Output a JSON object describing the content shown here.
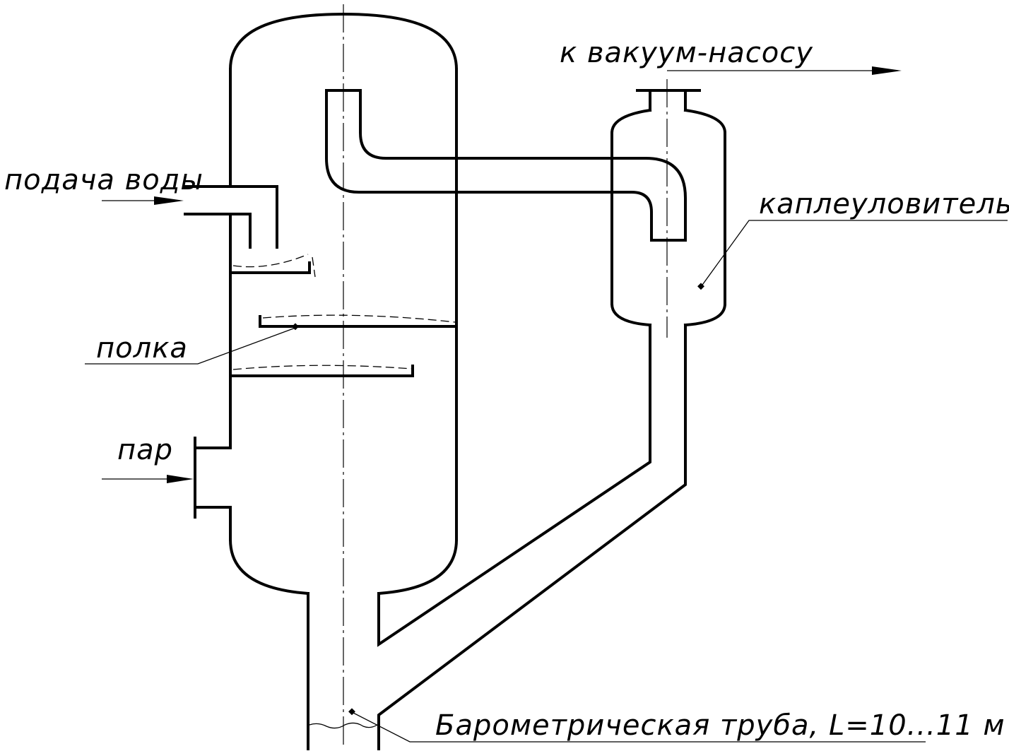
{
  "labels": {
    "water_supply": "подача воды",
    "vacuum_pump": "к вакуум-насосу",
    "droplet_catcher": "каплеуловитель",
    "shelf": "полка",
    "steam": "пар",
    "barometric_pipe": "Барометрическая труба, L=10...11 м"
  }
}
